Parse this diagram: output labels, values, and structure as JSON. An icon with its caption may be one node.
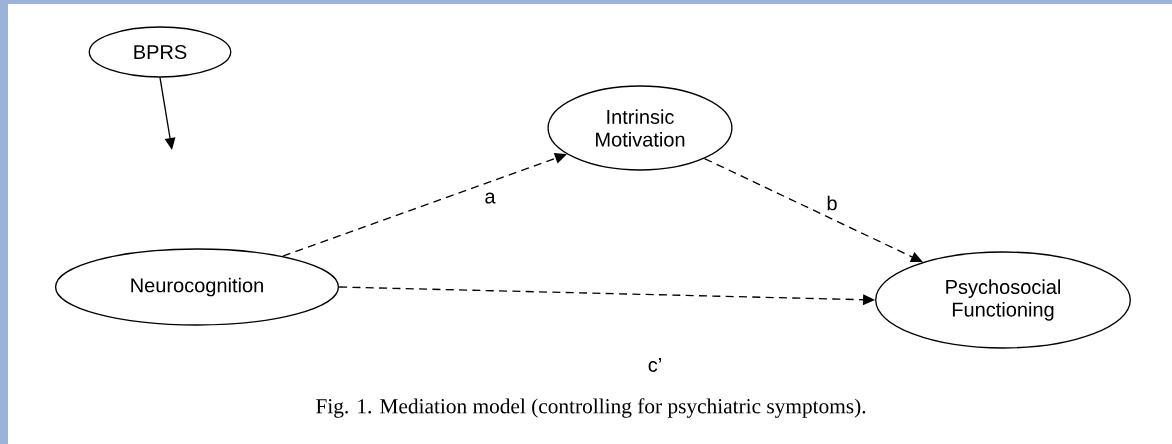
{
  "diagram": {
    "caption": "Fig. 1. Mediation model (controlling for psychiatric symptoms).",
    "nodes": [
      {
        "text": [
          "BPRS"
        ]
      },
      {
        "text": [
          "Intrinsic Motivation"
        ]
      },
      {
        "text": [
          "Neurocognition"
        ]
      },
      {
        "text": [
          "Psychosocial Functioning"
        ]
      }
    ],
    "edges": [
      {
        "from": 0,
        "to": null,
        "arrow": "to"
      },
      {
        "from": 2,
        "to": 1,
        "arrow": "to",
        "label": "a",
        "style": "dashed"
      },
      {
        "from": 1,
        "to": 3,
        "arrow": "to",
        "label": "b",
        "style": "dashed"
      },
      {
        "from": 2,
        "to": 3,
        "arrow": "to",
        "label": "c’",
        "style": "dashed"
      }
    ]
  }
}
